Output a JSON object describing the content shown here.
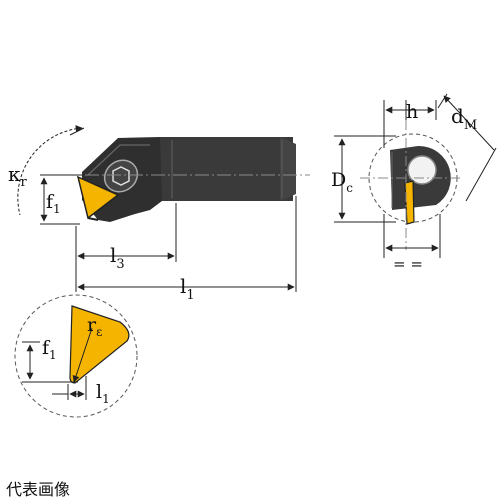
{
  "labels": {
    "kr_main": "κ",
    "kr_sub": "r",
    "f1_main": "f",
    "f1_sub": "1",
    "l3_main": "l",
    "l3_sub": "3",
    "l1_main": "l",
    "l1_sub": "1",
    "h": "h",
    "dm_main": "d",
    "dm_sub": "M",
    "dc_main": "D",
    "dc_sub": "c",
    "equal": "= =",
    "detail_f1_main": "f",
    "detail_f1_sub": "1",
    "detail_re_main": "r",
    "detail_re_sub": "ε",
    "detail_l1_main": "l",
    "detail_l1_sub": "1"
  },
  "caption": "代表画像",
  "colors": {
    "insert": "#f4b400",
    "body": "#2f2f2f",
    "shank": "#3a3a3a",
    "line": "#2a2a2a",
    "dash": "#8a8a8a"
  }
}
